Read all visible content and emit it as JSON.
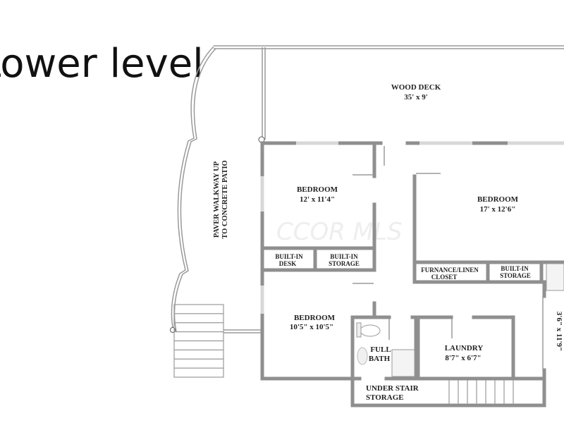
{
  "title": "Lower level",
  "watermark": "CCOR MLS",
  "rooms": {
    "deck": {
      "name": "WOOD DECK",
      "size": "35' x 9'"
    },
    "walkway": {
      "line1": "PAVER WALKWAY UP",
      "line2": "TO CONCRETE PATIO"
    },
    "bedroom1": {
      "name": "BEDROOM",
      "size": "12' x 11'4\""
    },
    "bedroom2": {
      "name": "BEDROOM",
      "size": "17' x 12'6\""
    },
    "bedroom3": {
      "name": "BEDROOM",
      "size": "10'5\" x 10'5\""
    },
    "desk": {
      "line1": "BUILT-IN",
      "line2": "DESK"
    },
    "storage1": {
      "line1": "BUILT-IN",
      "line2": "STORAGE"
    },
    "closet": {
      "line1": "FURNANCE/LINEN",
      "line2": "CLOSET"
    },
    "storage2": {
      "line1": "BUILT-IN",
      "line2": "STORAGE"
    },
    "bath": {
      "line1": "FULL",
      "line2": "BATH"
    },
    "laundry": {
      "name": "LAUNDRY",
      "size": "8'7\" x 6'7\""
    },
    "understair": {
      "line1": "UNDER STAIR",
      "line2": "STORAGE"
    },
    "hall": {
      "size": "3'6\" x 11'9\""
    }
  },
  "colors": {
    "wall": "#8f8f8f",
    "text": "#222222"
  }
}
